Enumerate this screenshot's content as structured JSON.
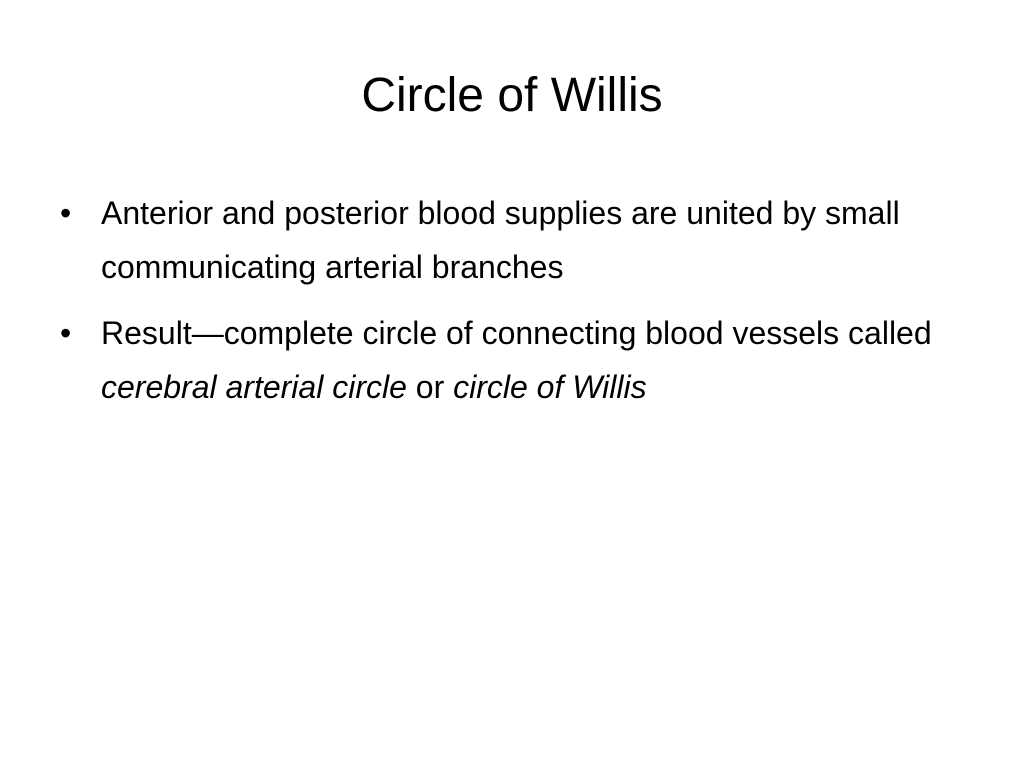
{
  "slide": {
    "title": "Circle of Willis",
    "bullets": [
      {
        "marker": "•",
        "text": "Anterior and posterior blood supplies are united by small communicating arterial branches"
      },
      {
        "marker": "•",
        "segments": {
          "s1": "Result—complete circle of connecting blood vessels called ",
          "s2": "cerebral arterial circle",
          "s3": " or ",
          "s4": "circle of Willis"
        }
      }
    ]
  }
}
